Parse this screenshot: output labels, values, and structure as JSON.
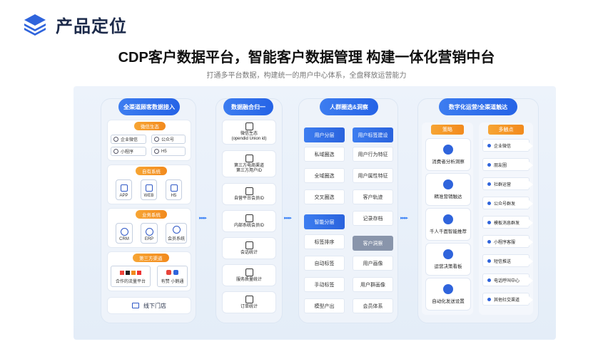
{
  "header": {
    "title": "产品定位"
  },
  "headline": "CDP客户数据平台，智能客户数据管理   构建一体化营销中台",
  "subline": "打通多平台数据，构建统一的用户中心体系，全盘释放运营能力",
  "col1": {
    "title": "全渠道顾客数据接入",
    "wechat": {
      "label": "微信生态",
      "items": [
        "企业微信",
        "公众号",
        "小程序",
        "H5"
      ]
    },
    "own": {
      "label": "自有系统",
      "items": [
        "APP",
        "WEB",
        "H5"
      ]
    },
    "biz": {
      "label": "业务系统",
      "items": [
        "CRM",
        "ERP",
        "会员系统"
      ]
    },
    "third": {
      "label": "第三方渠道",
      "items": [
        "合作的流量平台",
        "有赞 小鹅通"
      ]
    },
    "offline": "线下门店"
  },
  "col2": {
    "title": "数据融合归一",
    "items": [
      "微信生态\n(opendid Union id)",
      "第三方电商渠道\n第三方用户ID",
      "自营平台会员ID",
      "内部系统会员ID",
      "会话统计",
      "服务质量统计",
      "订单统计"
    ]
  },
  "col3": {
    "title": "人群圈选&洞察",
    "tag_user_layer": "用户分层",
    "tag_label_build": "用户标签建设",
    "user_layer_items": [
      "私域圈选",
      "全域圈选",
      "交叉圈选"
    ],
    "label_build_items": [
      "用户行为特征",
      "用户属性特征",
      "客户轨迹",
      "记录存档"
    ],
    "tag_smart": "智能分层",
    "smart_items": [
      "标签排序",
      "自动标签",
      "手动标签",
      "模型产出"
    ],
    "tag_insight": "客户洞察",
    "insight_items": [
      "用户画像",
      "用户群画像",
      "会员体系"
    ]
  },
  "col4": {
    "title": "数字化运营/全渠道触达",
    "strategy_label": "策略",
    "strategy_items": [
      "消费者分析洞察",
      "精准营销触达",
      "千人千面智能推荐",
      "运营决策看板",
      "自动化发送设置"
    ],
    "touch_label": "多触点",
    "touch_items": [
      "企业微信",
      "朋友圈",
      "社群运营",
      "公众号群发",
      "模板消息群发",
      "小程序客服",
      "短信推送",
      "电话呼叫中心",
      "其他社交渠道"
    ]
  },
  "arrows": [
    "▸▸▸▸",
    "▸▸▸▸",
    "▸▸▸▸"
  ],
  "colors": {
    "accent": "#2f64dc",
    "orange": "#f28a1d",
    "panel": "#e9f0f9"
  }
}
